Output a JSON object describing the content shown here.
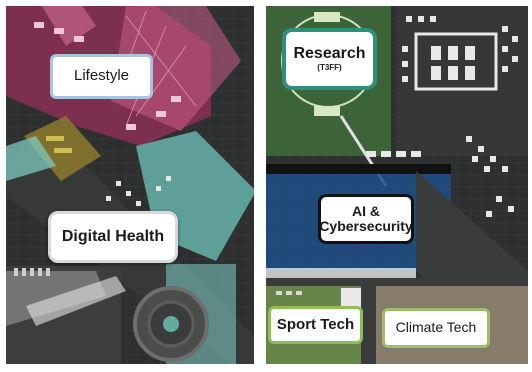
{
  "zones": {
    "lifestyle": "Lifestyle",
    "digital_health": "Digital Health",
    "research": "Research",
    "research_sub": "(T3FF)",
    "ai_line1": "AI &",
    "ai_line2": "Cybersecurity",
    "sport_tech": "Sport Tech",
    "climate_tech": "Climate Tech"
  },
  "colors": {
    "lifestyle_zone": "#b9436e",
    "digital_health_zone": "#7fd0c8",
    "research_zone": "#3f6a3a",
    "ai_zone": "#1d4f86",
    "sport_zone": "#8cbf55",
    "climate_zone": "#c7b08f"
  }
}
